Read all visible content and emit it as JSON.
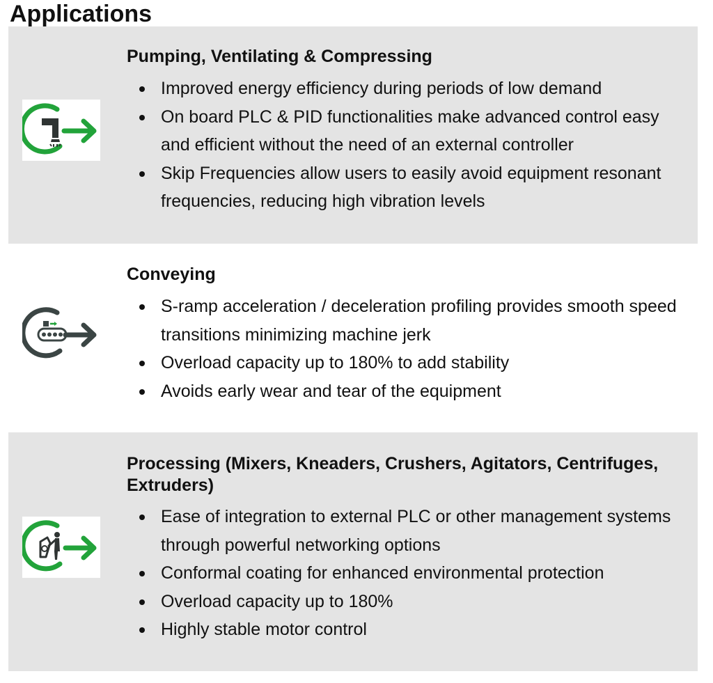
{
  "page": {
    "title": "Applications"
  },
  "sections": [
    {
      "icon": "pump-fan-compressor-icon",
      "heading": "Pumping, Ventilating & Compressing",
      "bullets": [
        "Improved energy efficiency during periods of low demand",
        "On board PLC & PID functionalities make advanced control easy and efficient without the need of an external controller",
        "Skip Frequencies allow users to easily avoid equipment resonant frequencies, reducing high vibration levels"
      ]
    },
    {
      "icon": "conveyor-icon",
      "heading": "Conveying",
      "bullets": [
        "S-ramp acceleration / deceleration profiling provides smooth speed transitions minimizing machine jerk",
        "Overload capacity up to 180% to add stability",
        "Avoids early wear and tear of the equipment"
      ]
    },
    {
      "icon": "mixer-operator-icon",
      "heading": "Processing (Mixers, Kneaders, Crushers, Agitators, Centrifuges, Extruders)",
      "bullets": [
        "Ease of integration to external PLC or other management systems through powerful networking options",
        "Conformal coating for enhanced environmental protection",
        "Overload capacity up to 180%",
        "Highly stable motor control"
      ]
    }
  ],
  "colors": {
    "icon_green": "#22a33a",
    "icon_gray": "#3b4544",
    "panel": "#e4e4e4"
  }
}
